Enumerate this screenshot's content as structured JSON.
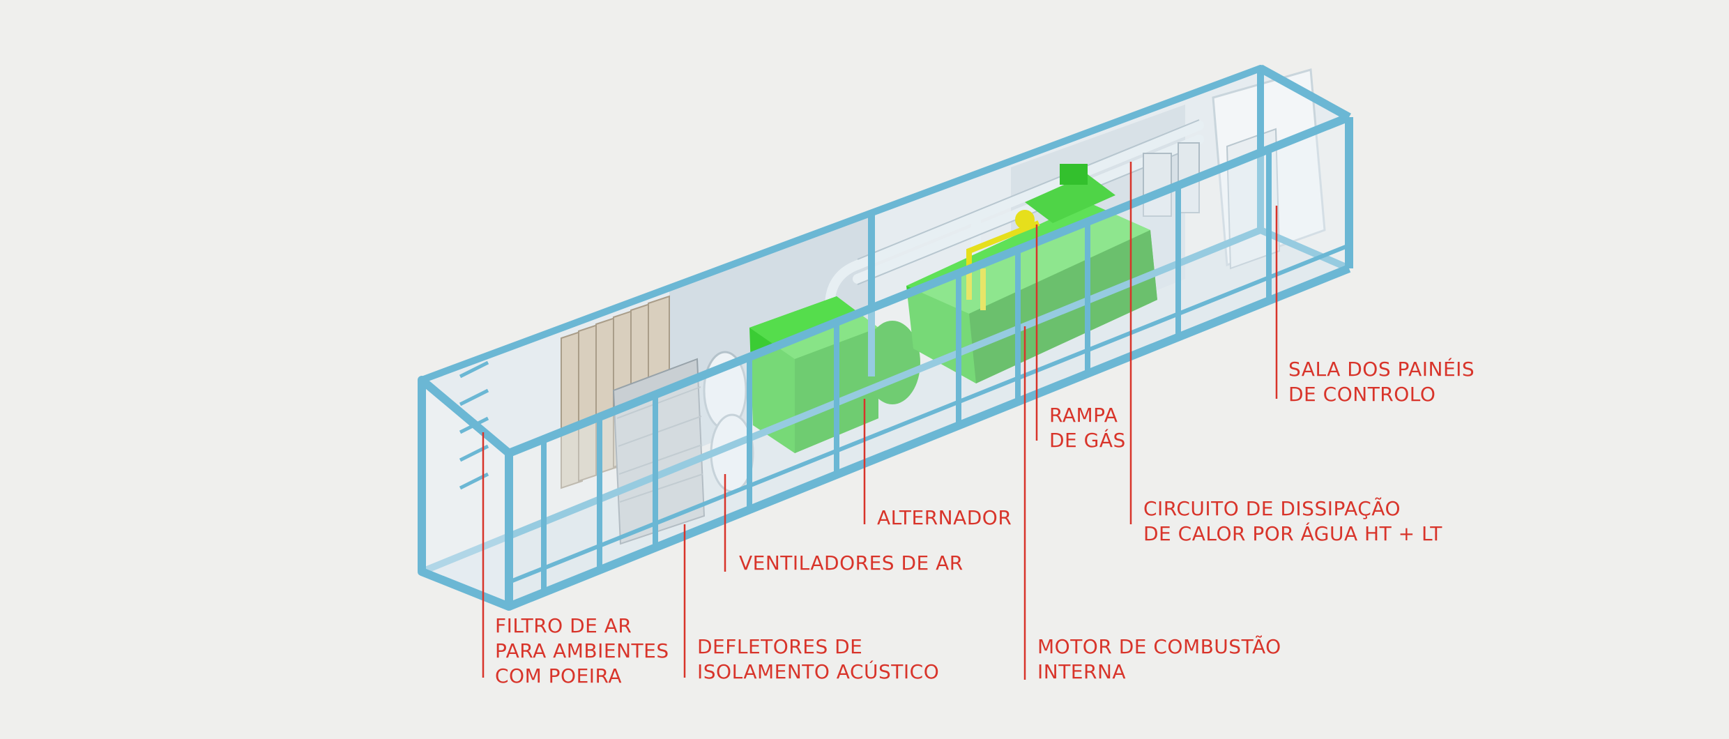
{
  "colors": {
    "background": "#efefed",
    "label": "#d8342a",
    "leader": "#d8342a",
    "frame": "#6bb7d4",
    "frame_dark": "#4a9ec0",
    "engine": "#3bcc34",
    "engine_dark": "#25a524",
    "piping": "#e4eef3",
    "panel": "#dfe8ee"
  },
  "icons": [
    "container-illustration",
    "genset-engine-icon"
  ],
  "labels": [
    {
      "id": "air-filter",
      "lines": [
        "FILTRO DE AR",
        "PARA AMBIENTES",
        "COM POEIRA"
      ]
    },
    {
      "id": "deflectors",
      "lines": [
        "DEFLETORES DE",
        "ISOLAMENTO ACÚSTICO"
      ]
    },
    {
      "id": "fans",
      "lines": [
        "VENTILADORES DE AR"
      ]
    },
    {
      "id": "alternator",
      "lines": [
        "ALTERNADOR"
      ]
    },
    {
      "id": "engine",
      "lines": [
        "MOTOR DE COMBUSTÃO",
        "INTERNA"
      ]
    },
    {
      "id": "gas-ramp",
      "lines": [
        "RAMPA",
        "DE GÁS"
      ]
    },
    {
      "id": "cooling",
      "lines": [
        "CIRCUITO DE DISSIPAÇÃO",
        "DE CALOR POR ÁGUA HT + LT"
      ]
    },
    {
      "id": "control-room",
      "lines": [
        "SALA DOS PAINÉIS",
        "DE CONTROLO"
      ]
    }
  ]
}
